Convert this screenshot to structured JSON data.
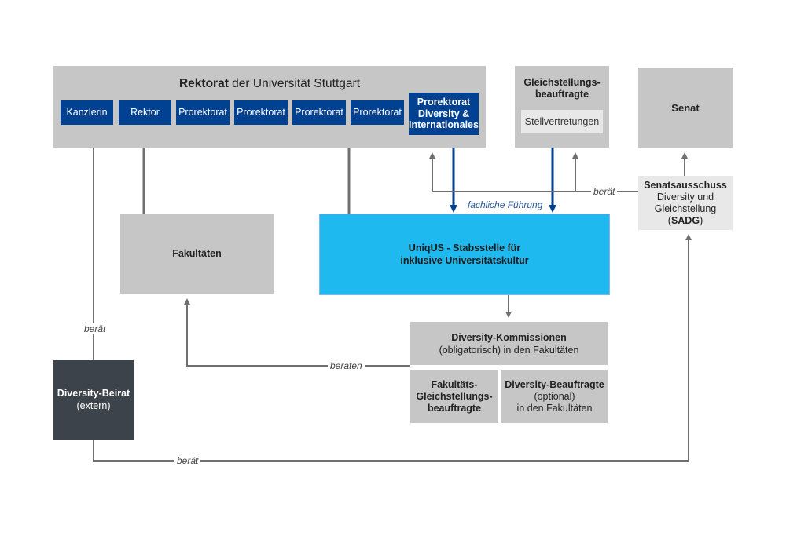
{
  "rektorat": {
    "title_bold": "Rektorat",
    "title_rest": " der Universität Stuttgart",
    "buttons": [
      "Kanzlerin",
      "Rektor",
      "Prorektorat",
      "Prorektorat",
      "Prorektorat",
      "Prorektorat"
    ],
    "prorektorat_diversity": "Prorektorat Diversity & Internationales"
  },
  "gleichstellung": {
    "title": "Gleichstellungs-beauftragte",
    "stellvertretungen": "Stellvertretungen"
  },
  "senat": {
    "title": "Senat"
  },
  "senatsausschuss": {
    "title": "Senatsausschuss",
    "line2": "Diversity und",
    "line3": "Gleichstellung",
    "abbr_open": "(",
    "abbr": "SADG",
    "abbr_close": ")"
  },
  "fakultaeten": {
    "title": "Fakultäten"
  },
  "uniqus": {
    "line1": "UniqUS - Stabsstelle für",
    "line2": "inklusive Universitätskultur"
  },
  "kommissionen": {
    "title": "Diversity-Kommissionen",
    "subtitle": "(obligatorisch) in den Fakultäten"
  },
  "fak_gleich": {
    "line1": "Fakultäts-",
    "line2": "Gleichstellungs-",
    "line3": "beauftragte"
  },
  "div_beauftragte": {
    "title": "Diversity-Beauftragte",
    "line2": "(optional)",
    "line3": "in den Fakultäten"
  },
  "beirat": {
    "title": "Diversity-Beirat",
    "subtitle": "(extern)"
  },
  "labels": {
    "beraet_top": "berät",
    "fachliche_fuehrung": "fachliche Führung",
    "beraet_left": "berät",
    "beraten": "beraten",
    "beraet_bottom": "berät"
  },
  "colors": {
    "gray_box": "#c6c6c6",
    "dark_blue": "#004191",
    "cyan": "#1eb9ee",
    "beirat": "#3d434a",
    "line": "#707070"
  }
}
